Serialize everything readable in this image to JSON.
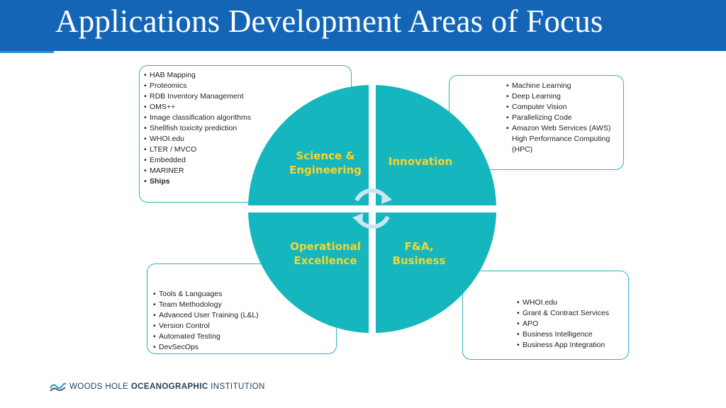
{
  "title": "Applications Development Areas of Focus",
  "colors": {
    "header": "#1565b7",
    "quadrant": "#15b6bd",
    "label": "#f5d532",
    "box_border": "#2fb3bd"
  },
  "quadrants": {
    "science": {
      "line1": "Science &",
      "line2": "Engineering"
    },
    "innovation": {
      "line1": "Innovation"
    },
    "opex": {
      "line1": "Operational",
      "line2": "Excellence"
    },
    "fa": {
      "line1": "F&A,",
      "line2": "Business"
    }
  },
  "science_items": [
    "HAB Mapping",
    "Proteomics",
    "RDB Inventory Management",
    "OMS++",
    "Image classification algorithms",
    "Shellfish toxicity prediction",
    "WHOI.edu",
    "LTER / MVCO",
    "Embedded",
    "MARINER",
    "Ships"
  ],
  "innovation_items": [
    "Machine Learning",
    "Deep Learning",
    "Computer Vision",
    "Parallelizing Code",
    "Amazon Web Services (AWS) High Performance Computing (HPC)"
  ],
  "opex_items": [
    "Tools & Languages",
    "Team Methodology",
    "Advanced User Training (L&L)",
    "Version Control",
    "Automated Testing",
    "DevSecOps"
  ],
  "fa_items": [
    "WHOI.edu",
    "Grant & Contract Services",
    "APO",
    "Business Intelligence",
    "Business App Integration"
  ],
  "footer": {
    "part1": "WOODS HOLE ",
    "part2": "OCEANOGRAPHIC",
    "part3": " INSTITUTION"
  },
  "icons": {
    "cycle": "cycle-arrows-icon",
    "logo": "whoi-wave-logo-icon"
  }
}
